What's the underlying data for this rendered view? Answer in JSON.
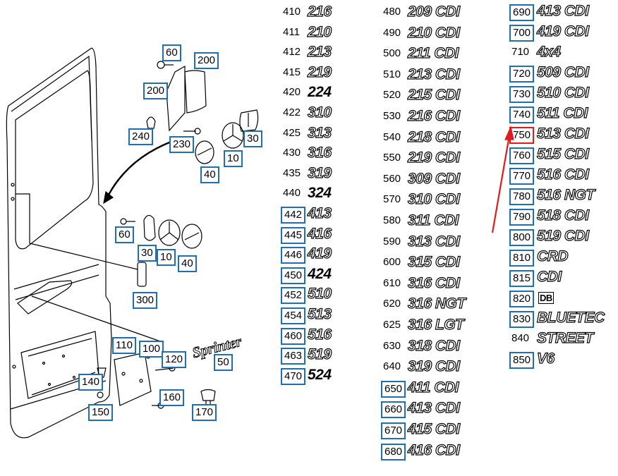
{
  "badges": [
    {
      "code": "410",
      "text": "216",
      "boxed": false
    },
    {
      "code": "411",
      "text": "210",
      "boxed": false
    },
    {
      "code": "412",
      "text": "213",
      "boxed": false
    },
    {
      "code": "415",
      "text": "219",
      "boxed": false
    },
    {
      "code": "420",
      "text": "224",
      "boxed": false
    },
    {
      "code": "422",
      "text": "310",
      "boxed": false
    },
    {
      "code": "425",
      "text": "313",
      "boxed": false
    },
    {
      "code": "430",
      "text": "316",
      "boxed": false
    },
    {
      "code": "435",
      "text": "319",
      "boxed": false
    },
    {
      "code": "440",
      "text": "324",
      "boxed": false
    },
    {
      "code": "442",
      "text": "413",
      "boxed": true
    },
    {
      "code": "445",
      "text": "416",
      "boxed": true
    },
    {
      "code": "446",
      "text": "419",
      "boxed": true
    },
    {
      "code": "450",
      "text": "424",
      "boxed": true
    },
    {
      "code": "452",
      "text": "510",
      "boxed": true
    },
    {
      "code": "454",
      "text": "513",
      "boxed": true
    },
    {
      "code": "460",
      "text": "516",
      "boxed": true
    },
    {
      "code": "463",
      "text": "519",
      "boxed": true
    },
    {
      "code": "470",
      "text": "524",
      "boxed": true
    },
    {
      "code": "480",
      "text": "209 CDI",
      "boxed": false
    },
    {
      "code": "490",
      "text": "210 CDI",
      "boxed": false
    },
    {
      "code": "500",
      "text": "211 CDI",
      "boxed": false
    },
    {
      "code": "510",
      "text": "213 CDI",
      "boxed": false
    },
    {
      "code": "520",
      "text": "215 CDI",
      "boxed": false
    },
    {
      "code": "530",
      "text": "216 CDI",
      "boxed": false
    },
    {
      "code": "540",
      "text": "218 CDI",
      "boxed": false
    },
    {
      "code": "550",
      "text": "219 CDI",
      "boxed": false
    },
    {
      "code": "560",
      "text": "309 CDI",
      "boxed": false
    },
    {
      "code": "570",
      "text": "310 CDI",
      "boxed": false
    },
    {
      "code": "580",
      "text": "311 CDI",
      "boxed": false
    },
    {
      "code": "590",
      "text": "313 CDI",
      "boxed": false
    },
    {
      "code": "600",
      "text": "315 CDI",
      "boxed": false
    },
    {
      "code": "610",
      "text": "316 CDI",
      "boxed": false
    },
    {
      "code": "620",
      "text": "316 NGT",
      "boxed": false
    },
    {
      "code": "625",
      "text": "316 LGT",
      "boxed": false
    },
    {
      "code": "630",
      "text": "318 CDI",
      "boxed": false
    },
    {
      "code": "640",
      "text": "319 CDI",
      "boxed": false
    },
    {
      "code": "650",
      "text": "411 CDI",
      "boxed": true
    },
    {
      "code": "660",
      "text": "413 CDI",
      "boxed": true
    },
    {
      "code": "670",
      "text": "415 CDI",
      "boxed": true
    },
    {
      "code": "680",
      "text": "416 CDI",
      "boxed": true
    },
    {
      "code": "690",
      "text": "413 CDI",
      "boxed": true
    },
    {
      "code": "700",
      "text": "419 CDI",
      "boxed": true
    },
    {
      "code": "710",
      "text": "4x4",
      "boxed": false
    },
    {
      "code": "720",
      "text": "509 CDI",
      "boxed": true
    },
    {
      "code": "730",
      "text": "510 CDI",
      "boxed": true
    },
    {
      "code": "740",
      "text": "511 CDI",
      "boxed": true
    },
    {
      "code": "750",
      "text": "513 CDI",
      "boxed": true,
      "selected": true
    },
    {
      "code": "760",
      "text": "515 CDI",
      "boxed": true
    },
    {
      "code": "770",
      "text": "516 CDI",
      "boxed": true
    },
    {
      "code": "780",
      "text": "516 NGT",
      "boxed": true
    },
    {
      "code": "790",
      "text": "518 CDI",
      "boxed": true
    },
    {
      "code": "800",
      "text": "519 CDI",
      "boxed": true
    },
    {
      "code": "810",
      "text": "CRD",
      "boxed": true
    },
    {
      "code": "815",
      "text": "CDI",
      "boxed": true
    },
    {
      "code": "820",
      "text": "DB",
      "boxed": true
    },
    {
      "code": "830",
      "text": "BLUETEC",
      "boxed": true
    },
    {
      "code": "840",
      "text": "STREET",
      "boxed": false
    },
    {
      "code": "850",
      "text": "V6",
      "boxed": true
    }
  ],
  "parts": [
    {
      "id": "p60a",
      "label": "60"
    },
    {
      "id": "p200a",
      "label": "200"
    },
    {
      "id": "p200b",
      "label": "200"
    },
    {
      "id": "p240",
      "label": "240"
    },
    {
      "id": "p230",
      "label": "230"
    },
    {
      "id": "p30a",
      "label": "30"
    },
    {
      "id": "p10a",
      "label": "10"
    },
    {
      "id": "p40a",
      "label": "40"
    },
    {
      "id": "p60b",
      "label": "60"
    },
    {
      "id": "p30b",
      "label": "30"
    },
    {
      "id": "p10b",
      "label": "10"
    },
    {
      "id": "p40b",
      "label": "40"
    },
    {
      "id": "p300",
      "label": "300"
    },
    {
      "id": "p110",
      "label": "110"
    },
    {
      "id": "p100",
      "label": "100"
    },
    {
      "id": "p120",
      "label": "120"
    },
    {
      "id": "p50",
      "label": "50"
    },
    {
      "id": "p140",
      "label": "140"
    },
    {
      "id": "p150",
      "label": "150"
    },
    {
      "id": "p160",
      "label": "160"
    },
    {
      "id": "p170",
      "label": "170"
    }
  ],
  "emblem_text": "Sprinter",
  "colors": {
    "box": "#1f6fb5",
    "selected": "#e01b1b"
  }
}
